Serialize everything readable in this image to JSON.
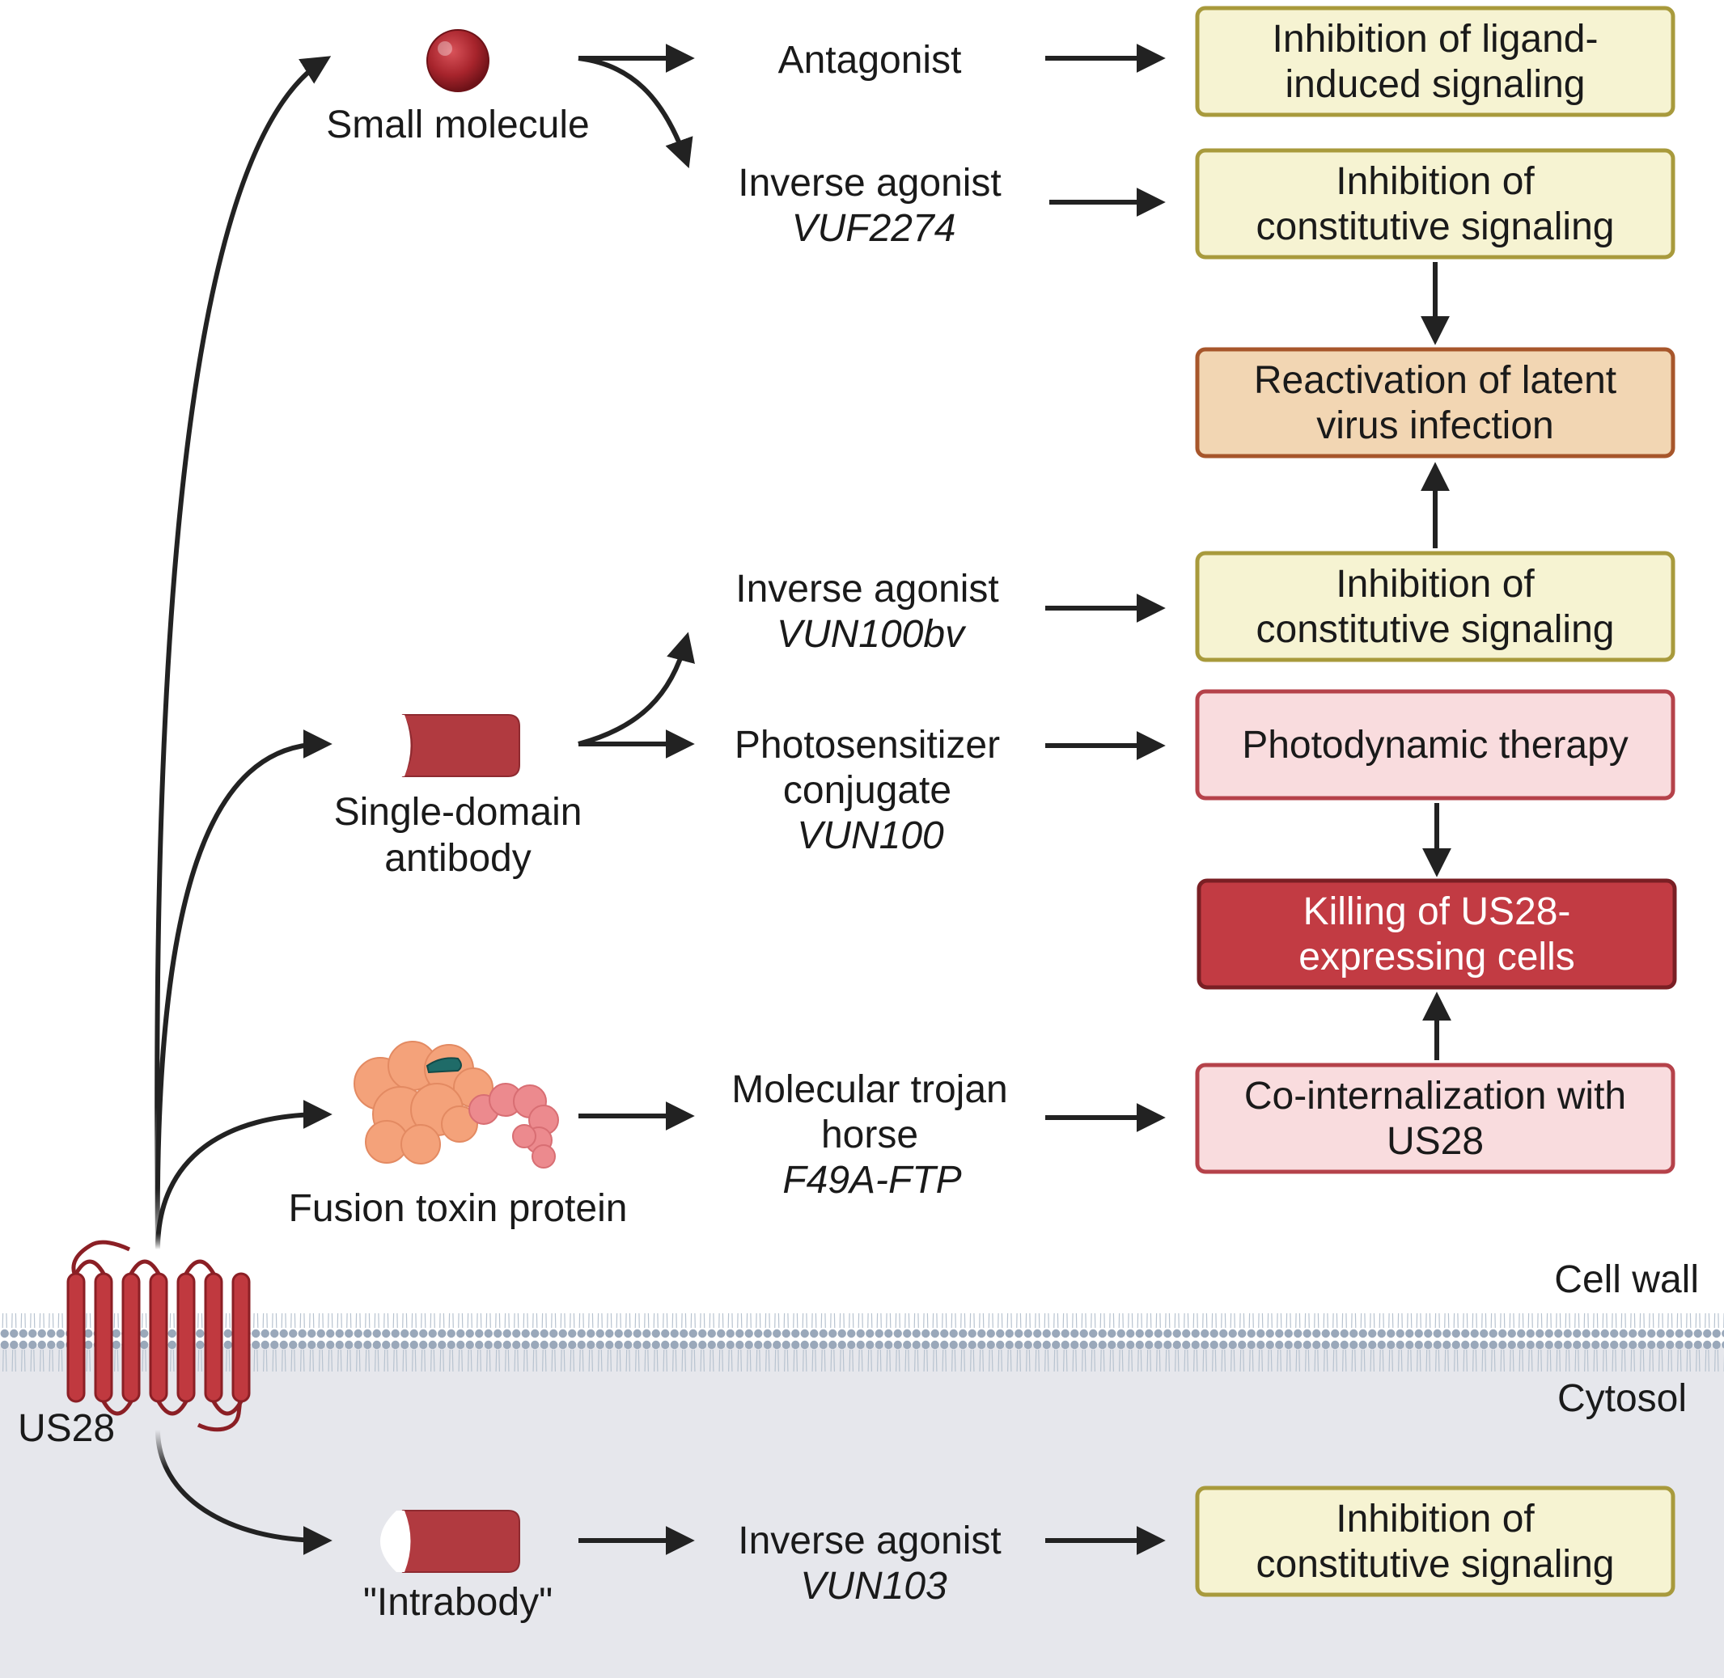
{
  "membrane": {
    "cell_wall_label": "Cell wall",
    "cytosol_label": "Cytosol",
    "receptor_label": "US28"
  },
  "agents": {
    "small_molecule": "Small molecule",
    "sdab_line1": "Single-domain",
    "sdab_line2": "antibody",
    "fusion_toxin": "Fusion toxin protein",
    "intrabody": "\"Intrabody\""
  },
  "mechanisms": {
    "antagonist": "Antagonist",
    "inv_agonist_1": "Inverse agonist",
    "inv_agonist_1_cmpd": "VUF2274",
    "inv_agonist_2": "Inverse agonist",
    "inv_agonist_2_cmpd": "VUN100bv",
    "photo_line1": "Photosensitizer",
    "photo_line2": "conjugate",
    "photo_cmpd": "VUN100",
    "trojan_line1": "Molecular trojan",
    "trojan_line2": "horse",
    "trojan_cmpd": "F49A-FTP",
    "inv_agonist_3": "Inverse agonist",
    "inv_agonist_3_cmpd": "VUN103"
  },
  "outcomes": {
    "box1_line1": "Inhibition of ligand-",
    "box1_line2": "induced signaling",
    "box2_line1": "Inhibition of",
    "box2_line2": "constitutive signaling",
    "box3_line1": "Reactivation of latent",
    "box3_line2": "virus infection",
    "box4_line1": "Inhibition of",
    "box4_line2": "constitutive signaling",
    "box5_line1": "Photodynamic therapy",
    "box6_line1": "Killing of US28-",
    "box6_line2": "expressing cells",
    "box7_line1": "Co-internalization with",
    "box7_line2": "US28",
    "box8_line1": "Inhibition of",
    "box8_line2": "constitutive signaling"
  },
  "colors": {
    "inhibition_box_fill": "#f6f3d2",
    "inhibition_box_border": "#a89a3c",
    "reactivation_box_fill": "#f2d6b3",
    "reactivation_box_border": "#a7562b",
    "pink_box_fill": "#f9dcde",
    "pink_box_border": "#b5424a",
    "killing_box_fill": "#c23b43",
    "killing_box_border": "#7a1f24",
    "receptor": "#c0393f",
    "cytosol": "#e6e7ec",
    "lipid_head": "#9aa8ba"
  }
}
